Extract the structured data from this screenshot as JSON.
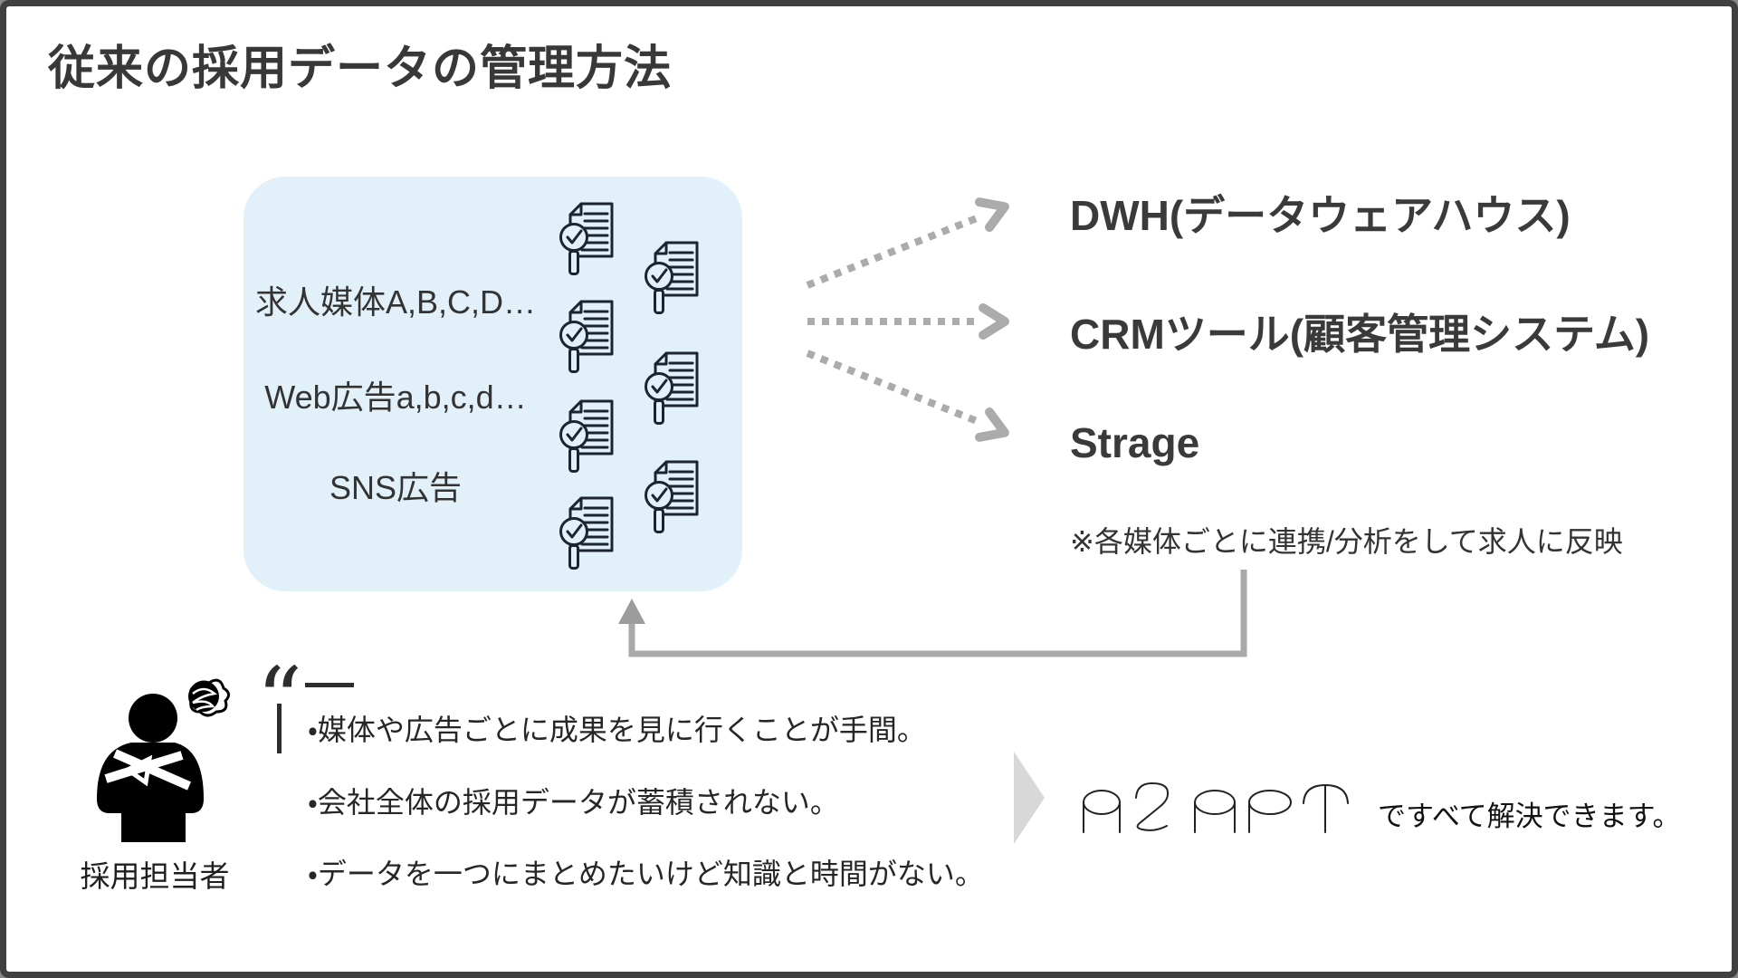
{
  "page": {
    "title": "従来の採用データの管理方法",
    "frame_border_color": "#404040",
    "background_color": "#ffffff"
  },
  "source_box": {
    "bg_color": "#e2f1f9",
    "items": [
      "求人媒体A,B,C,D…",
      "Web広告a,b,c,d…",
      "SNS広告"
    ],
    "doc_icon_name": "document-search-check-icon",
    "doc_icon_count": 7
  },
  "destinations": {
    "items": [
      "DWH(データウェアハウス)",
      "CRMツール(顧客管理システム)",
      "Strage"
    ],
    "note": "※各媒体ごとに連携/分析をして求人に反映",
    "dotted_arrow_color": "#ababab"
  },
  "feedback_loop": {
    "line_color": "#a9a9a9",
    "arrowhead_color": "#9c9c9c"
  },
  "persona": {
    "label": "採用担当者",
    "icon": "frustrated-person-icon",
    "quote_glyph": "“"
  },
  "pains": {
    "items": [
      "・媒体や広告ごとに成果を見に行くことが手間。",
      "・会社全体の採用データが蓄積されない。",
      "・データを一つにまとめたいけど知識と時間がない。"
    ]
  },
  "solution": {
    "logo_text": "AZAPT",
    "message": "ですべて解決できます。",
    "triangle_color": "#d8d8d8"
  }
}
